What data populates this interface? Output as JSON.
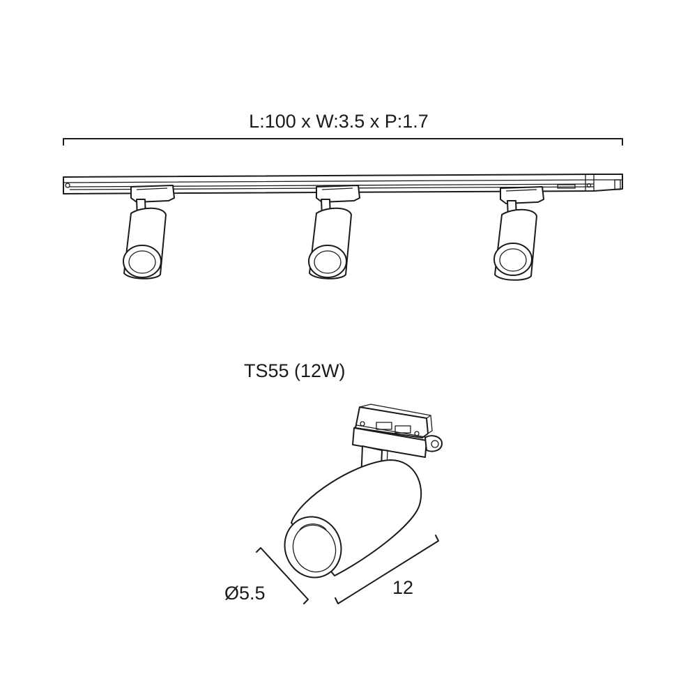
{
  "track_set": {
    "dimension_label": "L:100 x W:3.5 x P:1.7"
  },
  "spotlight": {
    "model_label": "TS55 (12W)",
    "diameter_label": "Ø5.5",
    "length_label": "12"
  }
}
